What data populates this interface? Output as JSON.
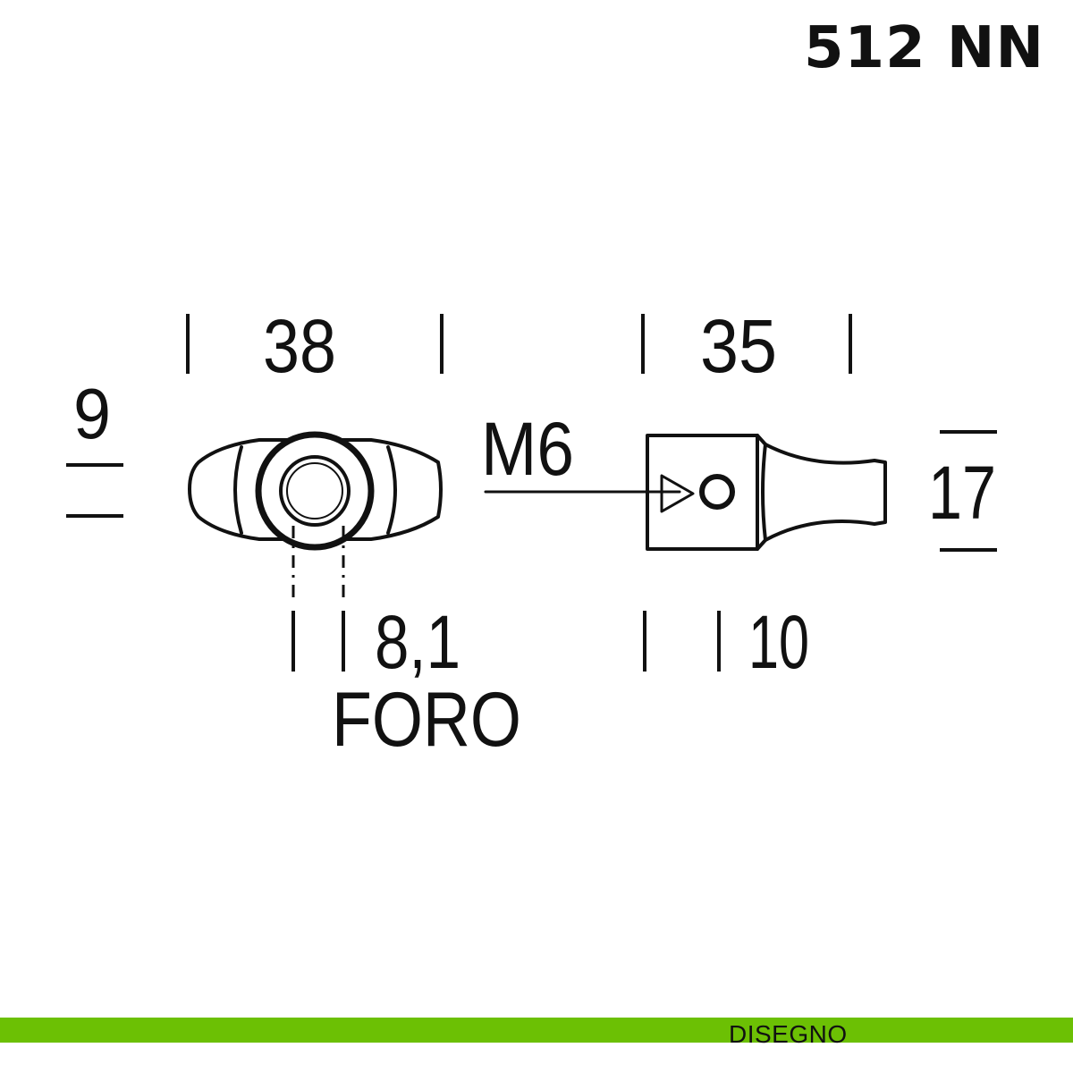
{
  "header": {
    "product_code": "512 NN"
  },
  "dimensions": {
    "front_width": "38",
    "front_height": "9",
    "hole_diameter": "8,1",
    "hole_label": "FORO",
    "thread": "M6",
    "side_width": "35",
    "side_height": "17",
    "base_depth": "10"
  },
  "footer": {
    "label": "DISEGNO",
    "bar_color": "#6cc004"
  },
  "colors": {
    "line": "#111111",
    "background": "#ffffff"
  }
}
